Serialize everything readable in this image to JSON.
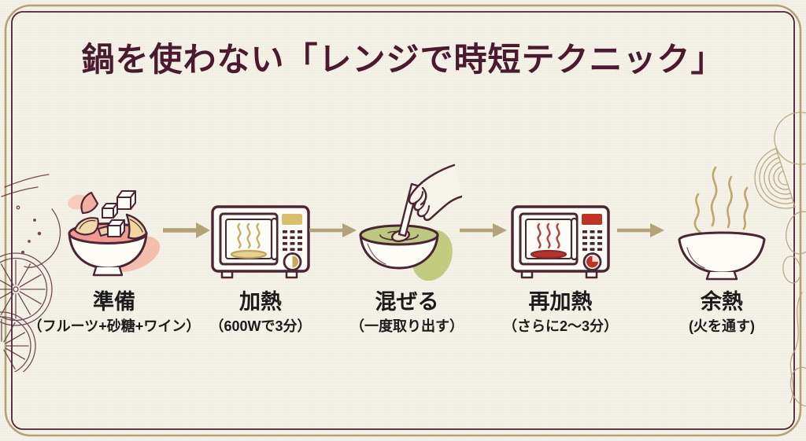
{
  "title": "鍋を使わない「レンジで時短テクニック」",
  "steps": [
    {
      "label": "準備",
      "note": "（フルーツ+砂糖+ワイン）",
      "icon": "fruit-bowl"
    },
    {
      "label": "加熱",
      "note": "（600Wで3分）",
      "icon": "microwave-tan"
    },
    {
      "label": "混ぜる",
      "note": "（一度取り出す）",
      "icon": "stirring-bowl"
    },
    {
      "label": "再加熱",
      "note": "（さらに2〜3分）",
      "icon": "microwave-red"
    },
    {
      "label": "余熱",
      "note": "(火を通す)",
      "icon": "steaming-bowl"
    }
  ],
  "colors": {
    "background": "#f5f2e9",
    "frame_outer_gold": "#b3a178",
    "frame_inner_maroon": "#4e2133",
    "title_text": "#4a1b30",
    "caption_text": "#1b1b1b",
    "icon_outline": "#4a2533",
    "arrow": "#b3a478",
    "accent_pink": "#ef9a92",
    "accent_salmon": "#f5b19e",
    "accent_green": "#b9c56f",
    "accent_tan": "#c9ae6b",
    "accent_red": "#bf3228"
  }
}
